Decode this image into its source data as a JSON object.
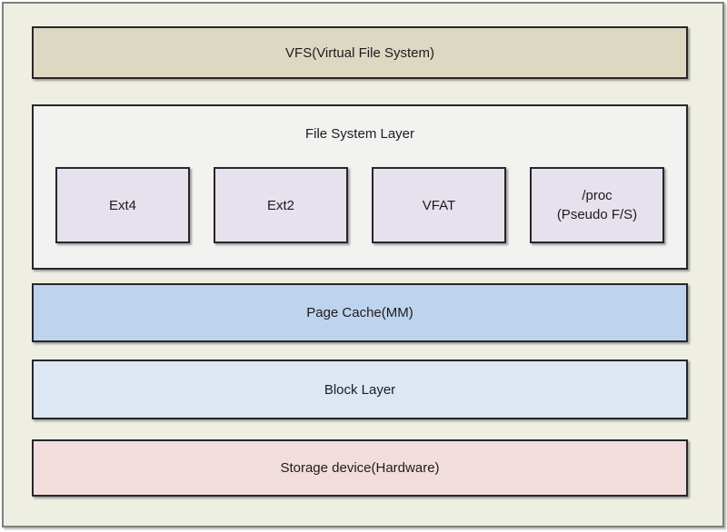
{
  "colors": {
    "frame_bg": "#efeee3",
    "frame_border": "#80807a",
    "box_border": "#26262b",
    "text": "#1c1c1c",
    "vfs_bg": "#dcd8c1",
    "fs_layer_bg": "#f2f2f1",
    "fs_item_bg": "#e6e1ed",
    "page_cache_bg": "#bed3ed",
    "block_layer_bg": "#dde7f3",
    "storage_bg": "#f2dddc"
  },
  "layers": {
    "vfs": {
      "label": "VFS(Virtual File System)"
    },
    "file_system": {
      "label": "File System Layer",
      "items": [
        {
          "label": "Ext4"
        },
        {
          "label": "Ext2"
        },
        {
          "label": "VFAT"
        },
        {
          "label": "/proc\n(Pseudo F/S)"
        }
      ]
    },
    "page_cache": {
      "label": "Page Cache(MM)"
    },
    "block_layer": {
      "label": "Block Layer"
    },
    "storage": {
      "label": "Storage device(Hardware)"
    }
  }
}
